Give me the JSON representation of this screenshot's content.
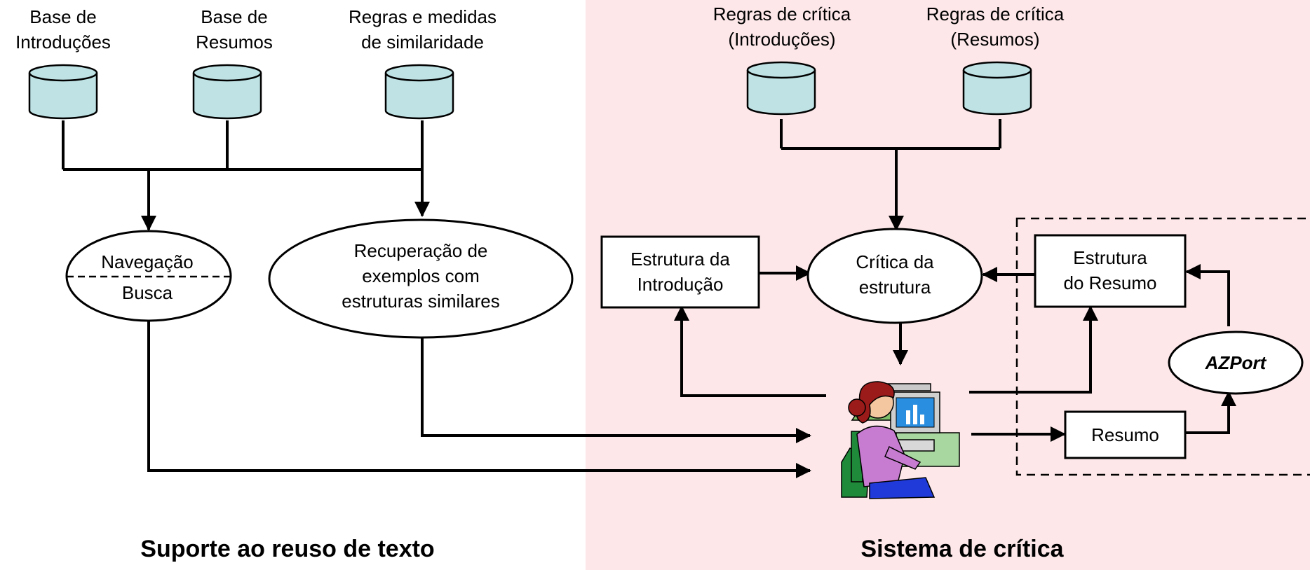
{
  "panels": {
    "left_title": "Suporte ao reuso de texto",
    "right_title": "Sistema de crítica"
  },
  "databases": {
    "intro": "Base de\nIntroduções",
    "resumos": "Base de\nResumos",
    "regras": "Regras e medidas\nde similaridade",
    "critica_intro": "Regras de crítica\n(Introduções)",
    "critica_resumos": "Regras de crítica\n(Resumos)"
  },
  "nodes": {
    "navegacao": "Navegação",
    "busca": "Busca",
    "recuperacao": "Recuperação de\nexemplos com\nestruturas similares",
    "estrutura_intro": "Estrutura da\nIntrodução",
    "critica_estrutura": "Crítica da\nestrutura",
    "estrutura_resumo": "Estrutura\ndo Resumo",
    "azport": "AZPort",
    "resumo": "Resumo"
  },
  "colors": {
    "right_panel_bg": "#fde7e9",
    "cylinder_fill": "#bfe3e5",
    "stroke": "#000000"
  }
}
